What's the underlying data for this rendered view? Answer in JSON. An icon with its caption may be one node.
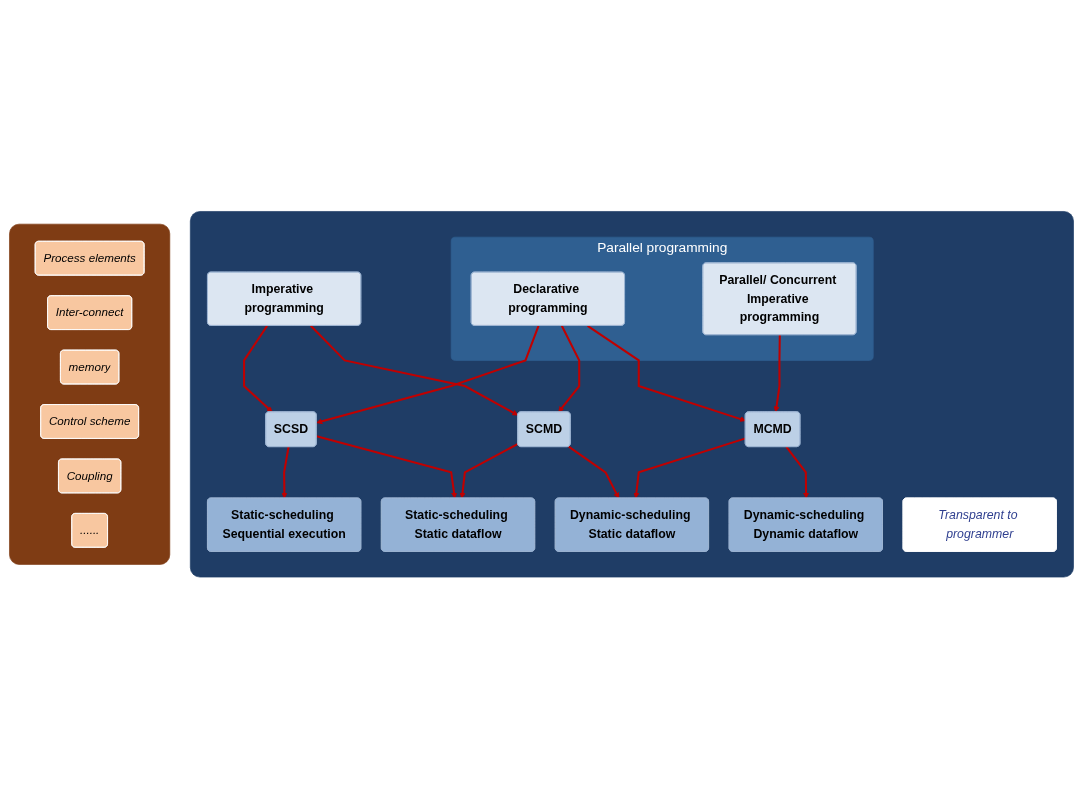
{
  "diagram": {
    "nodes": [
      {
        "text": [],
        "shape": "box"
      },
      {
        "text": [
          "Parallel programming"
        ],
        "in": 0
      },
      {
        "text": [
          "Imperative programming"
        ],
        "in": 0
      },
      {
        "text": [
          "Declarative programming"
        ],
        "in": 1
      },
      {
        "text": [
          "Parallel/ Concurrent Imperative programming"
        ],
        "in": 1
      },
      {
        "text": [
          "Transparent to programmer"
        ],
        "in": 0
      },
      {
        "text": [
          "SCSD"
        ],
        "in": 0
      },
      {
        "text": [
          "SCMD"
        ],
        "in": 0
      },
      {
        "text": [
          "MCMD"
        ],
        "in": 0
      },
      {
        "text": [
          "Static-scheduling Sequential execution"
        ],
        "in": 0
      },
      {
        "text": [
          "Static-scheduling Static dataflow"
        ],
        "in": 0
      },
      {
        "text": [
          "Dynamic-scheduling Static dataflow"
        ],
        "in": 0
      },
      {
        "text": [
          "Dynamic-scheduling Dynamic dataflow"
        ],
        "in": 0
      },
      {
        "text": [],
        "shape": "box"
      },
      {
        "text": [
          "Process elements"
        ],
        "in": 13
      },
      {
        "text": [
          "Inter-connect"
        ],
        "in": 13
      },
      {
        "text": [
          "memory"
        ],
        "in": 13
      },
      {
        "text": [
          "Control scheme"
        ],
        "in": 13
      },
      {
        "text": [
          "Coupling"
        ],
        "in": 13
      },
      {
        "text": [
          "......"
        ],
        "in": 13
      }
    ],
    "edges": [
      {
        "from": 2,
        "to": 6,
        "arrow": "to"
      },
      {
        "from": 2,
        "to": 7,
        "arrow": "to"
      },
      {
        "from": 3,
        "to": 6,
        "arrow": "to"
      },
      {
        "from": 3,
        "to": 7,
        "arrow": "to"
      },
      {
        "from": 3,
        "to": 8,
        "arrow": "to"
      },
      {
        "from": 4,
        "to": 8,
        "arrow": "to"
      },
      {
        "from": 6,
        "to": 9,
        "arrow": "to"
      },
      {
        "from": 6,
        "to": 10,
        "arrow": "to"
      },
      {
        "from": 7,
        "to": 10,
        "arrow": "to"
      },
      {
        "from": 7,
        "to": 11,
        "arrow": "to"
      },
      {
        "from": 8,
        "to": 11,
        "arrow": "to"
      },
      {
        "from": 8,
        "to": 12,
        "arrow": "to"
      }
    ]
  }
}
